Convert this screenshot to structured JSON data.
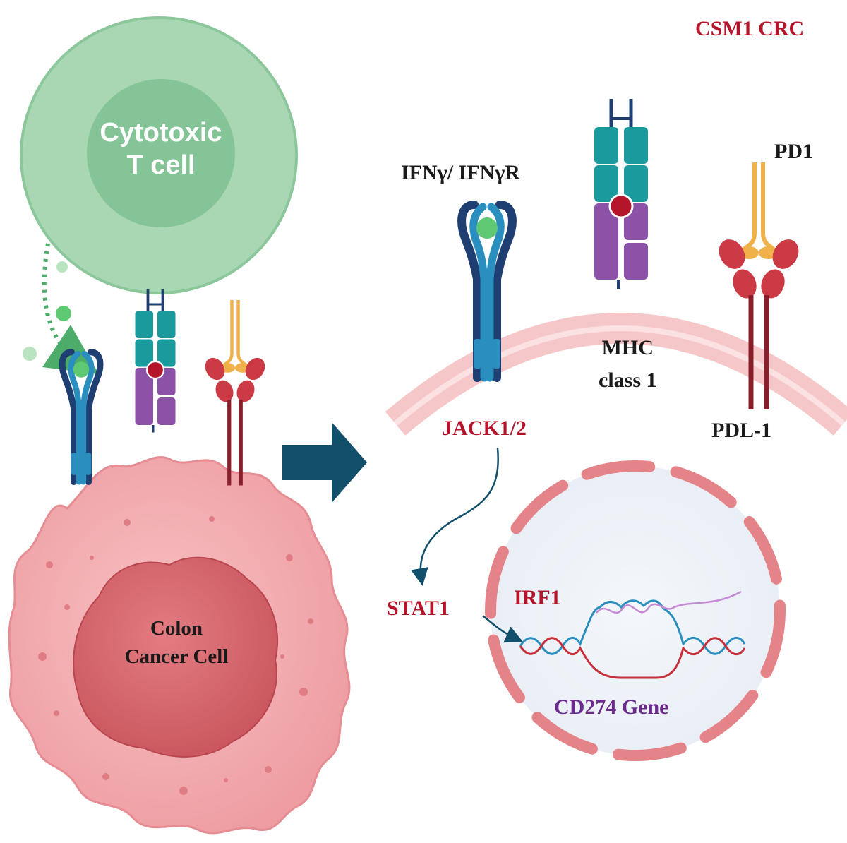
{
  "labels": {
    "title": "CSM1 CRC",
    "tcell": [
      "Cytotoxic",
      "T cell"
    ],
    "ifn": "IFNγ/ IFNγR",
    "mhc": [
      "MHC",
      "class 1"
    ],
    "pd1": "PD1",
    "pdl1": "PDL-1",
    "jak": "JACK1/2",
    "stat1": "STAT1",
    "irf1": "IRF1",
    "gene": "CD274 Gene",
    "colon": [
      "Colon",
      "Cancer Cell"
    ]
  },
  "colors": {
    "tcell_outer": "#a9d7b3",
    "tcell_inner": "#84c496",
    "cancer_cell": "#f2a4a8",
    "nucleus": "#d9696f",
    "membrane": "#f6c7c9",
    "receptor_dark": "#1f3e72",
    "receptor_light": "#2a8fbf",
    "mhc_teal": "#1a9a9c",
    "mhc_purple": "#8c52a8",
    "pd1_yellow": "#f0b14a",
    "pdl1_red": "#cc3b45",
    "arrow_blue": "#124f6b",
    "nuclear_envelope": "#e48388",
    "text_red": "#b5152b",
    "text_purple": "#6b2a8c"
  }
}
